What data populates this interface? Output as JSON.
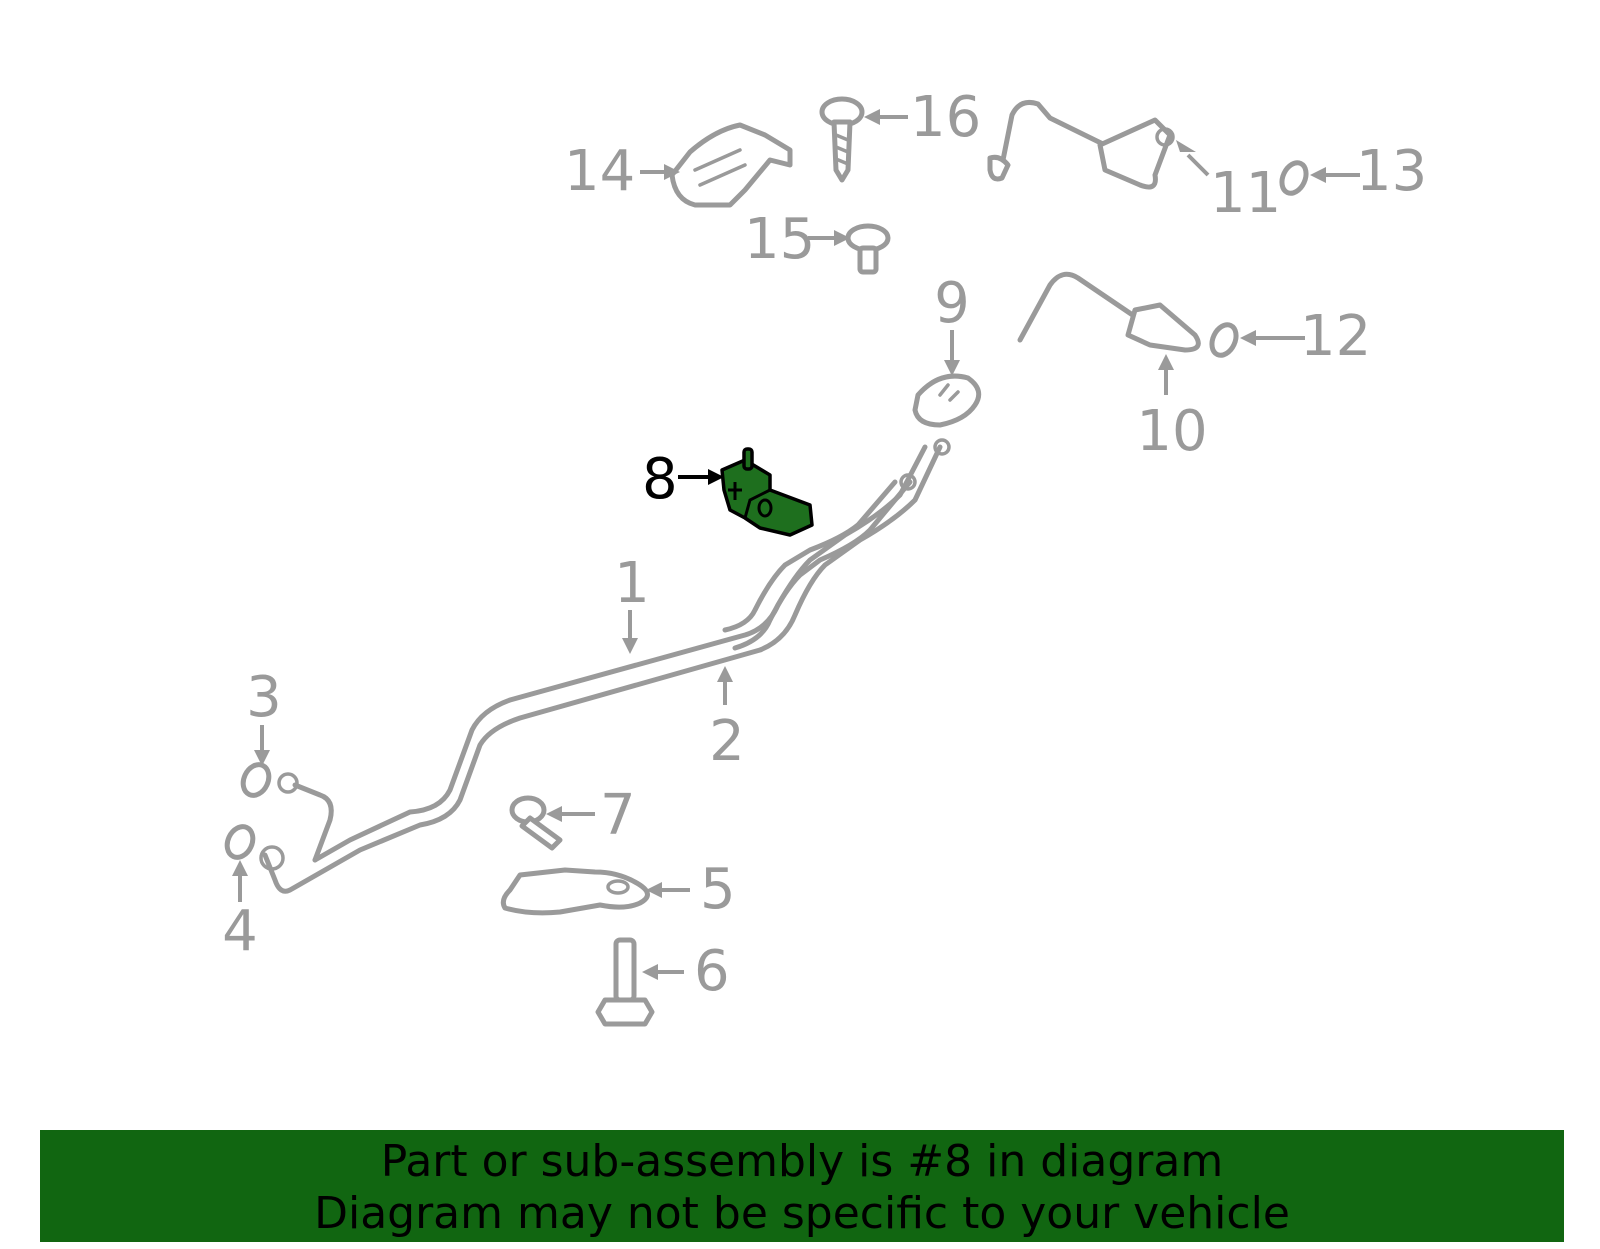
{
  "callouts": {
    "c1": "1",
    "c2": "2",
    "c3": "3",
    "c4": "4",
    "c5": "5",
    "c6": "6",
    "c7": "7",
    "c8": "8",
    "c9": "9",
    "c10": "10",
    "c11": "11",
    "c12": "12",
    "c13": "13",
    "c14": "14",
    "c15": "15",
    "c16": "16"
  },
  "highlighted_part": "8",
  "colors": {
    "highlight": "#1e6f1e",
    "banner": "#116611",
    "line_art": "#9a9a9a"
  },
  "banner": {
    "line1": "Part or sub-assembly is #8 in diagram",
    "line2": "Diagram may not be specific to your vehicle"
  }
}
